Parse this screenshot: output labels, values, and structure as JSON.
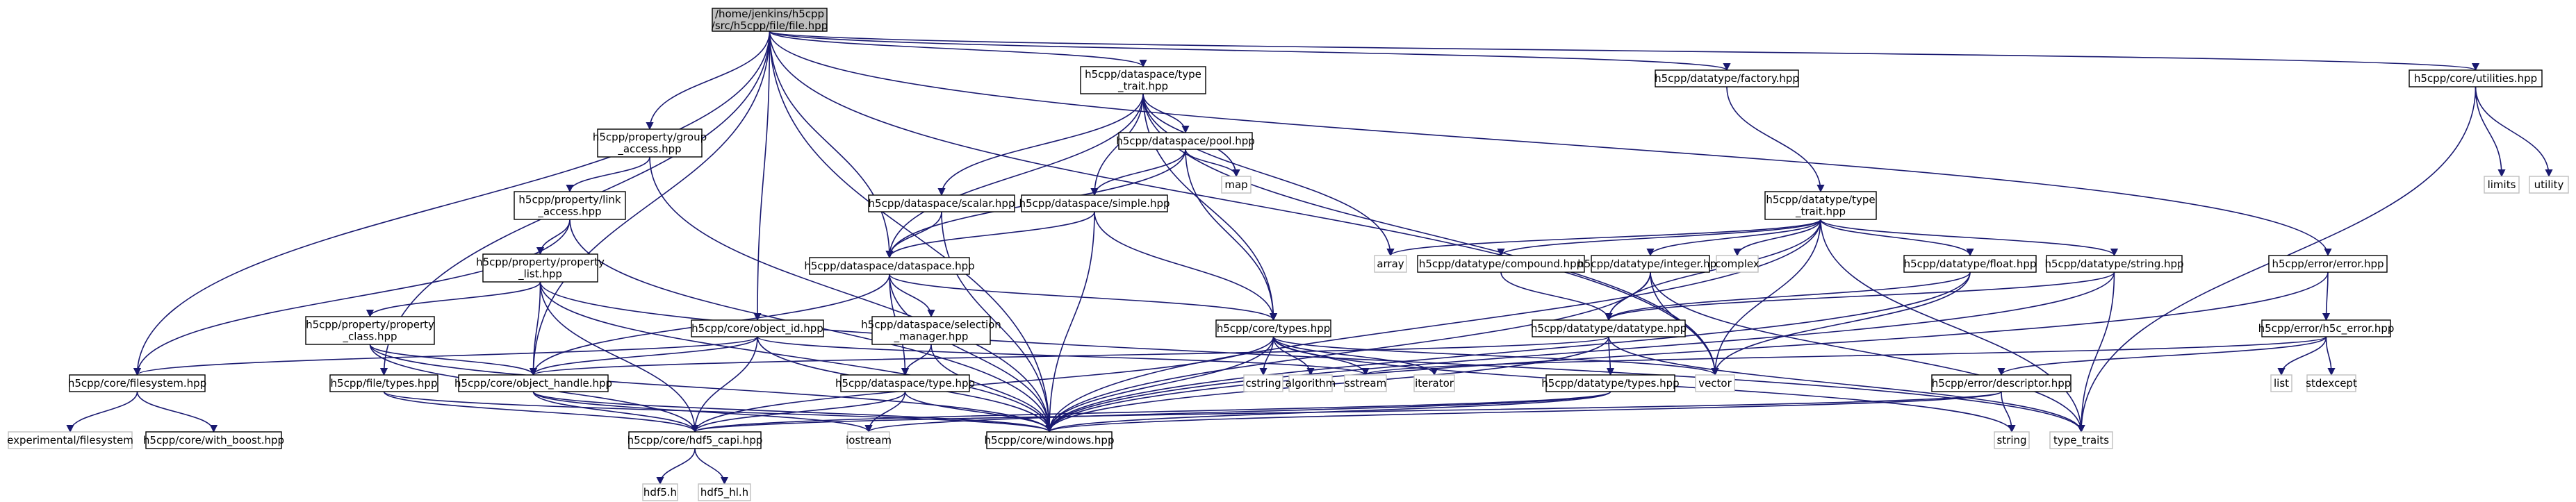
{
  "diagram": {
    "colors": {
      "edge": "#191970",
      "root_fill": "#bfbfbf",
      "external_border": "#bfbfbf",
      "node_border": "#000000"
    },
    "nodes": [
      {
        "id": "root",
        "lines": [
          "/home/jenkins/h5cpp",
          "/src/h5cpp/file/file.hpp"
        ],
        "kind": "root"
      },
      {
        "id": "dstypetrait",
        "lines": [
          "h5cpp/dataspace/type",
          "_trait.hpp"
        ],
        "kind": "file"
      },
      {
        "id": "dtfactory",
        "lines": [
          "h5cpp/datatype/factory.hpp"
        ],
        "kind": "file"
      },
      {
        "id": "utilities",
        "lines": [
          "h5cpp/core/utilities.hpp"
        ],
        "kind": "file"
      },
      {
        "id": "groupaccess",
        "lines": [
          "h5cpp/property/group",
          "_access.hpp"
        ],
        "kind": "file"
      },
      {
        "id": "pool",
        "lines": [
          "h5cpp/dataspace/pool.hpp"
        ],
        "kind": "file"
      },
      {
        "id": "map",
        "lines": [
          "map"
        ],
        "kind": "external"
      },
      {
        "id": "limits",
        "lines": [
          "limits"
        ],
        "kind": "external"
      },
      {
        "id": "utility",
        "lines": [
          "utility"
        ],
        "kind": "external"
      },
      {
        "id": "linkaccess",
        "lines": [
          "h5cpp/property/link",
          "_access.hpp"
        ],
        "kind": "file"
      },
      {
        "id": "scalar",
        "lines": [
          "h5cpp/dataspace/scalar.hpp"
        ],
        "kind": "file"
      },
      {
        "id": "simple",
        "lines": [
          "h5cpp/dataspace/simple.hpp"
        ],
        "kind": "file"
      },
      {
        "id": "dttypetrait",
        "lines": [
          "h5cpp/datatype/type",
          "_trait.hpp"
        ],
        "kind": "file"
      },
      {
        "id": "array",
        "lines": [
          "array"
        ],
        "kind": "external"
      },
      {
        "id": "compound",
        "lines": [
          "h5cpp/datatype/compound.hpp"
        ],
        "kind": "file"
      },
      {
        "id": "integer",
        "lines": [
          "h5cpp/datatype/integer.hpp"
        ],
        "kind": "file"
      },
      {
        "id": "complex",
        "lines": [
          "complex"
        ],
        "kind": "external"
      },
      {
        "id": "float",
        "lines": [
          "h5cpp/datatype/float.hpp"
        ],
        "kind": "file"
      },
      {
        "id": "dtstring",
        "lines": [
          "h5cpp/datatype/string.hpp"
        ],
        "kind": "file"
      },
      {
        "id": "errorhpp",
        "lines": [
          "h5cpp/error/error.hpp"
        ],
        "kind": "file"
      },
      {
        "id": "proplist",
        "lines": [
          "h5cpp/property/property",
          "_list.hpp"
        ],
        "kind": "file"
      },
      {
        "id": "dataspace",
        "lines": [
          "h5cpp/dataspace/dataspace.hpp"
        ],
        "kind": "file"
      },
      {
        "id": "propclass",
        "lines": [
          "h5cpp/property/property",
          "_class.hpp"
        ],
        "kind": "file"
      },
      {
        "id": "objectid",
        "lines": [
          "h5cpp/core/object_id.hpp"
        ],
        "kind": "file"
      },
      {
        "id": "selman",
        "lines": [
          "h5cpp/dataspace/selection",
          "_manager.hpp"
        ],
        "kind": "file"
      },
      {
        "id": "coretypes",
        "lines": [
          "h5cpp/core/types.hpp"
        ],
        "kind": "file"
      },
      {
        "id": "datatype",
        "lines": [
          "h5cpp/datatype/datatype.hpp"
        ],
        "kind": "file"
      },
      {
        "id": "h5cerror",
        "lines": [
          "h5cpp/error/h5c_error.hpp"
        ],
        "kind": "file"
      },
      {
        "id": "filesystem",
        "lines": [
          "h5cpp/core/filesystem.hpp"
        ],
        "kind": "file"
      },
      {
        "id": "filetypes",
        "lines": [
          "h5cpp/file/types.hpp"
        ],
        "kind": "file"
      },
      {
        "id": "objhandle",
        "lines": [
          "h5cpp/core/object_handle.hpp"
        ],
        "kind": "file"
      },
      {
        "id": "dstype",
        "lines": [
          "h5cpp/dataspace/type.hpp"
        ],
        "kind": "file"
      },
      {
        "id": "cstring",
        "lines": [
          "cstring"
        ],
        "kind": "external"
      },
      {
        "id": "algorithm",
        "lines": [
          "algorithm"
        ],
        "kind": "external"
      },
      {
        "id": "sstream",
        "lines": [
          "sstream"
        ],
        "kind": "external"
      },
      {
        "id": "iterator",
        "lines": [
          "iterator"
        ],
        "kind": "external"
      },
      {
        "id": "vector",
        "lines": [
          "vector"
        ],
        "kind": "external"
      },
      {
        "id": "dttypes",
        "lines": [
          "h5cpp/datatype/types.hpp"
        ],
        "kind": "file"
      },
      {
        "id": "descriptor",
        "lines": [
          "h5cpp/error/descriptor.hpp"
        ],
        "kind": "file"
      },
      {
        "id": "list",
        "lines": [
          "list"
        ],
        "kind": "external"
      },
      {
        "id": "stdexcept",
        "lines": [
          "stdexcept"
        ],
        "kind": "external"
      },
      {
        "id": "expfs",
        "lines": [
          "experimental/filesystem"
        ],
        "kind": "external"
      },
      {
        "id": "withboost",
        "lines": [
          "h5cpp/core/with_boost.hpp"
        ],
        "kind": "file"
      },
      {
        "id": "iostream",
        "lines": [
          "iostream"
        ],
        "kind": "external"
      },
      {
        "id": "windows",
        "lines": [
          "h5cpp/core/windows.hpp"
        ],
        "kind": "file"
      },
      {
        "id": "string",
        "lines": [
          "string"
        ],
        "kind": "external"
      },
      {
        "id": "typetraits",
        "lines": [
          "type_traits"
        ],
        "kind": "external"
      },
      {
        "id": "hdf5capi",
        "lines": [
          "h5cpp/core/hdf5_capi.hpp"
        ],
        "kind": "file"
      },
      {
        "id": "hdf5h",
        "lines": [
          "hdf5.h"
        ],
        "kind": "external"
      },
      {
        "id": "hdf5hl",
        "lines": [
          "hdf5_hl.h"
        ],
        "kind": "external"
      }
    ]
  }
}
